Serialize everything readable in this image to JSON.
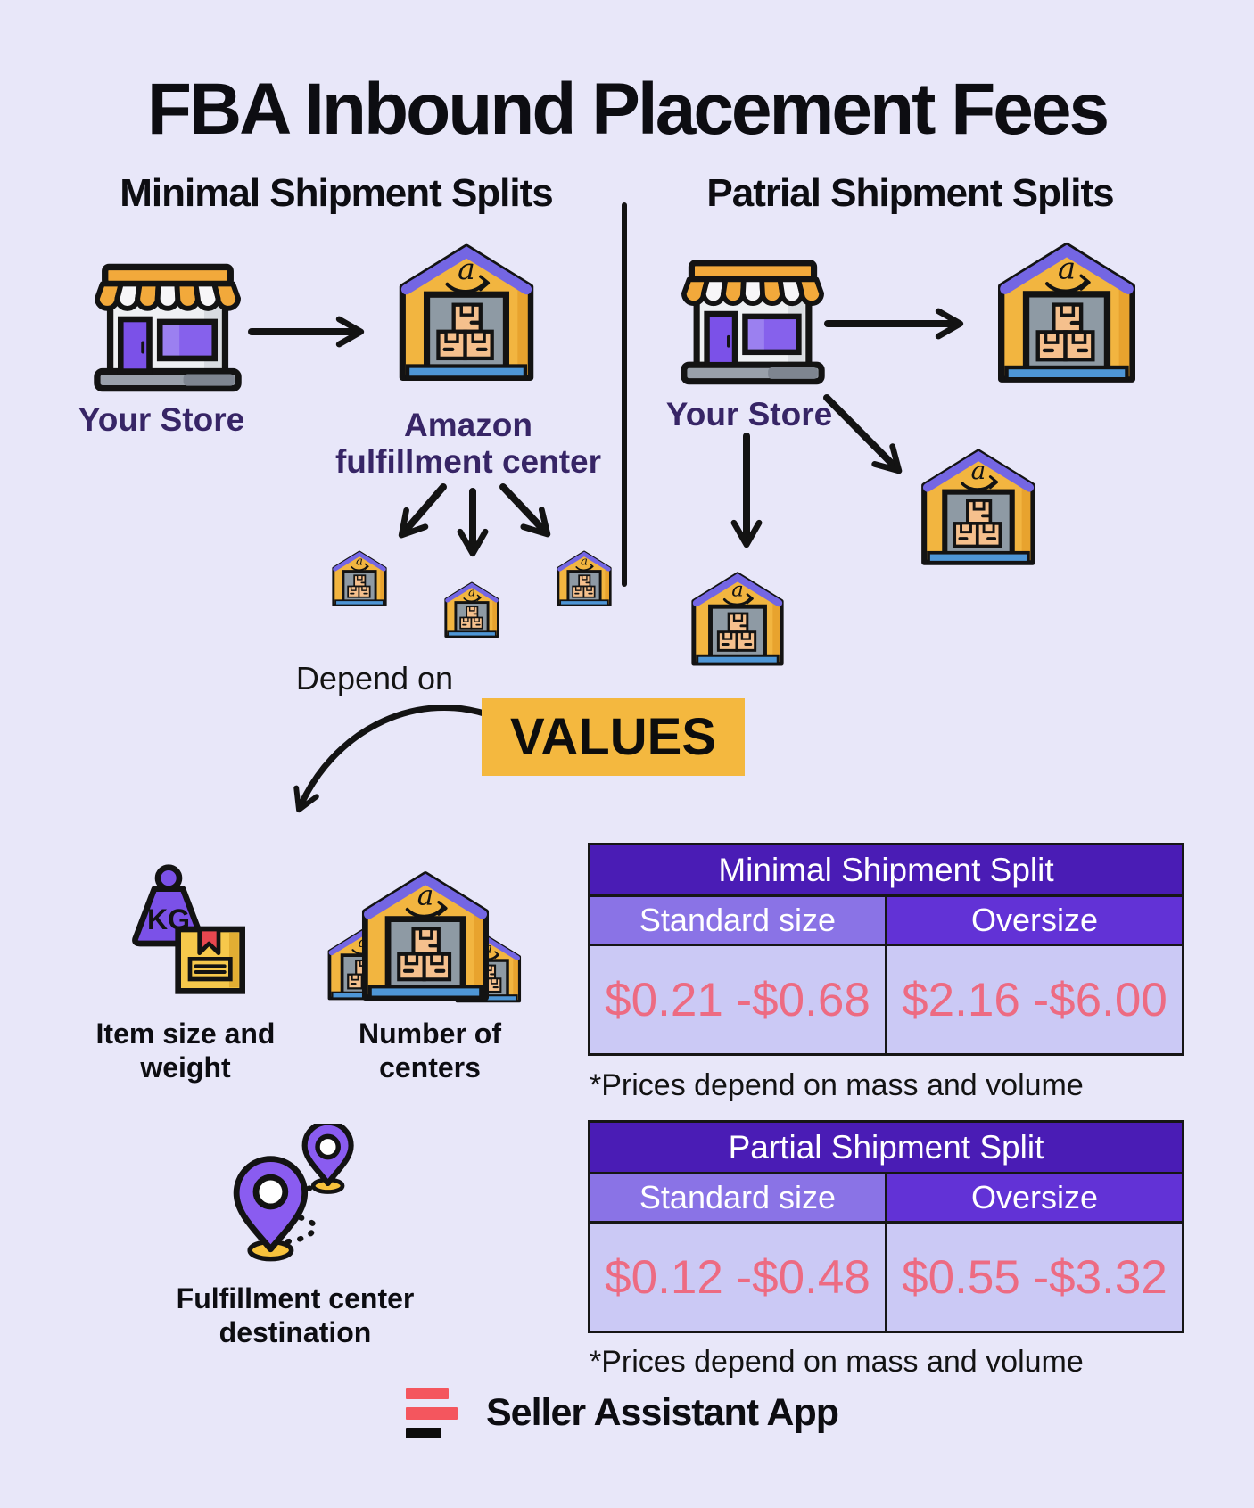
{
  "title": "FBA Inbound Placement Fees",
  "sections": {
    "minimal": {
      "heading": "Minimal Shipment Splits",
      "store_label": "Your Store",
      "fulfillment_label": "Amazon fulfillment center"
    },
    "partial": {
      "heading": "Patrial Shipment Splits",
      "store_label": "Your Store"
    }
  },
  "depend_on_label": "Depend on",
  "values_label": "VALUES",
  "factors": {
    "item": "Item size and weight",
    "centers": "Number of centers",
    "destination": "Fulfillment center destination"
  },
  "tables": [
    {
      "title": "Minimal Shipment Split",
      "columns": [
        "Standard size",
        "Oversize"
      ],
      "values": [
        "$0.21 -$0.68",
        "$2.16 -$6.00"
      ],
      "footnote": "*Prices depend on mass and volume"
    },
    {
      "title": "Partial Shipment Split",
      "columns": [
        "Standard size",
        "Oversize"
      ],
      "values": [
        "$0.12 -$0.48",
        "$0.55 -$3.32"
      ],
      "footnote": "*Prices depend on mass and volume"
    }
  ],
  "footer": {
    "brand": "Seller Assistant App"
  },
  "icons": {
    "store": "storefront-icon",
    "warehouse": "amazon-warehouse-icon",
    "weight": "kg-weight-and-box-icon",
    "centers": "warehouse-cluster-icon",
    "destination": "map-pins-route-icon",
    "logo": "three-bars-logo-icon"
  },
  "colors": {
    "background": "#e8e7f9",
    "label_purple": "#372566",
    "values_bg": "#f4b83f",
    "table_header_bg": "#4a1cb5",
    "table_standard_bg": "#8a73e6",
    "table_oversize_bg": "#6232d6",
    "table_value_bg": "#cbc9f5",
    "price_text": "#ed6b82",
    "warehouse_yellow": "#f2b540",
    "roof_purple": "#7466e3",
    "store_purple": "#7b51e8",
    "brand_red": "#f4565e"
  }
}
